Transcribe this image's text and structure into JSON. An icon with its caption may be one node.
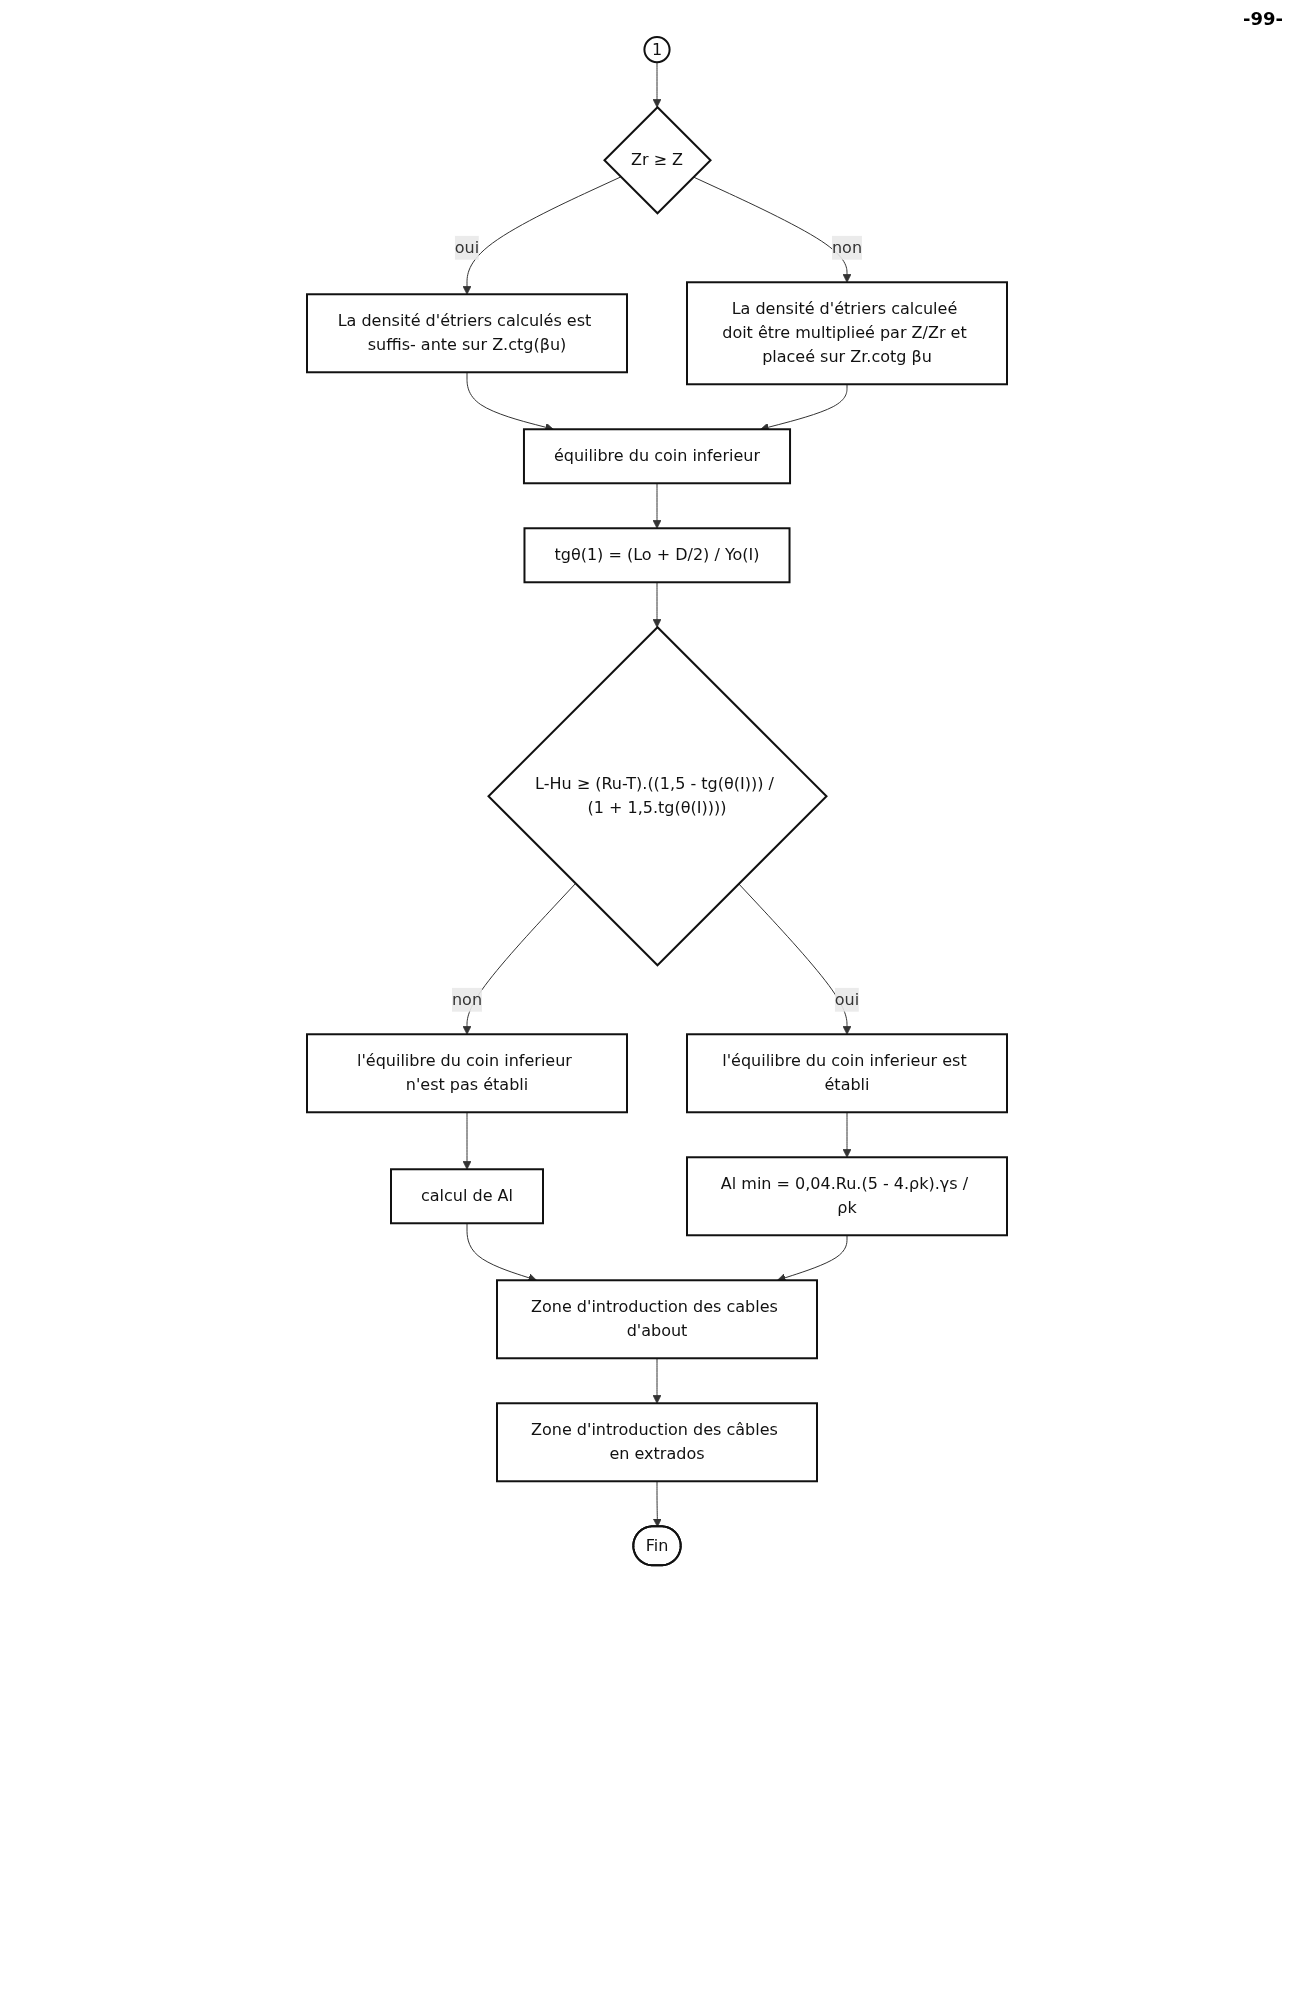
{
  "diagram": {
    "nodes": [
      {
        "text": [
          "1"
        ]
      },
      {
        "text": [
          "Zr ≥ Z"
        ]
      },
      {
        "text": [
          "La densité d'étriers calculés est suffis- ante sur Z.ctg(βu)"
        ]
      },
      {
        "text": [
          "La densité d'étriers calculeé doit être multiplieé par Z/Zr et placeé sur Zr.cotg βu"
        ]
      },
      {
        "text": [
          "équilibre du coin inferieur"
        ]
      },
      {
        "text": [
          "tgθ(1) = (Lo + D/2) / Yo(I)"
        ]
      },
      {
        "text": [
          "L-Hu ≥ (Ru-T).((1,5 - tg(θ(I))) / (1 + 1,5.tg(θ(I))))"
        ]
      },
      {
        "text": [
          "l'équilibre du coin inferieur n'est pas établi"
        ]
      },
      {
        "text": [
          "l'équilibre du coin inferieur est établi"
        ]
      },
      {
        "text": [
          "calcul de Al"
        ]
      },
      {
        "text": [
          "Al min = 0,04.Ru.(5 - 4.ρk).γs / ρk"
        ]
      },
      {
        "text": [
          "Zone d'introduction des cables d'about"
        ]
      },
      {
        "text": [
          "Zone d'introduction des câbles en extrados"
        ]
      },
      {
        "text": [
          "Fin"
        ]
      }
    ],
    "edges": [
      {
        "from": 0,
        "to": 1,
        "arrow": "to"
      },
      {
        "from": 1,
        "to": 2,
        "arrow": "to",
        "label": "oui"
      },
      {
        "from": 1,
        "to": 3,
        "arrow": "to",
        "label": "non"
      },
      {
        "from": 2,
        "to": 4,
        "arrow": "to"
      },
      {
        "from": 3,
        "to": 4,
        "arrow": "to"
      },
      {
        "from": 4,
        "to": 5,
        "arrow": "to"
      },
      {
        "from": 5,
        "to": 6,
        "arrow": "to"
      },
      {
        "from": 6,
        "to": 7,
        "arrow": "to",
        "label": "non"
      },
      {
        "from": 6,
        "to": 8,
        "arrow": "to",
        "label": "oui"
      },
      {
        "from": 7,
        "to": 9,
        "arrow": "to"
      },
      {
        "from": 8,
        "to": 10,
        "arrow": "to"
      },
      {
        "from": 9,
        "to": 11,
        "arrow": "to"
      },
      {
        "from": 10,
        "to": 11,
        "arrow": "to"
      },
      {
        "from": 11,
        "to": 12,
        "arrow": "to"
      },
      {
        "from": 12,
        "to": 13,
        "arrow": "to"
      }
    ],
    "labels": [
      "-99-"
    ]
  }
}
